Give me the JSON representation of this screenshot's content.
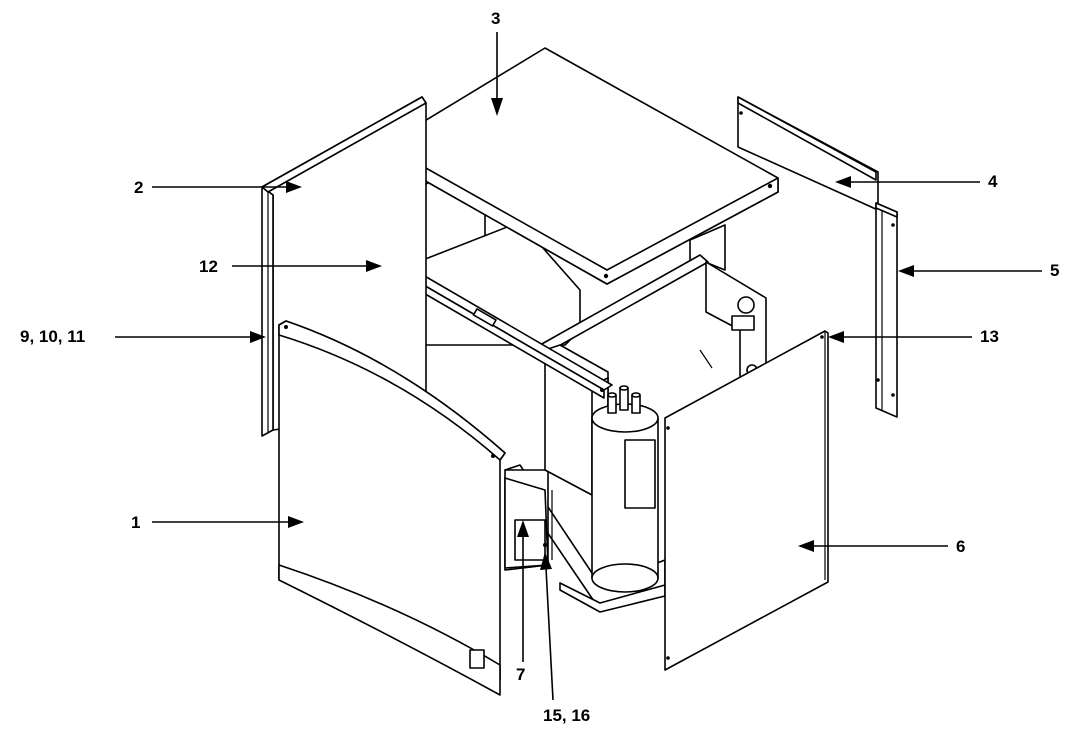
{
  "callouts": {
    "c1": "1",
    "c2": "2",
    "c3": "3",
    "c4": "4",
    "c5": "5",
    "c6": "6",
    "c7": "7",
    "c9_10_11": "9, 10, 11",
    "c12": "12",
    "c13": "13",
    "c15_16": "15, 16"
  }
}
